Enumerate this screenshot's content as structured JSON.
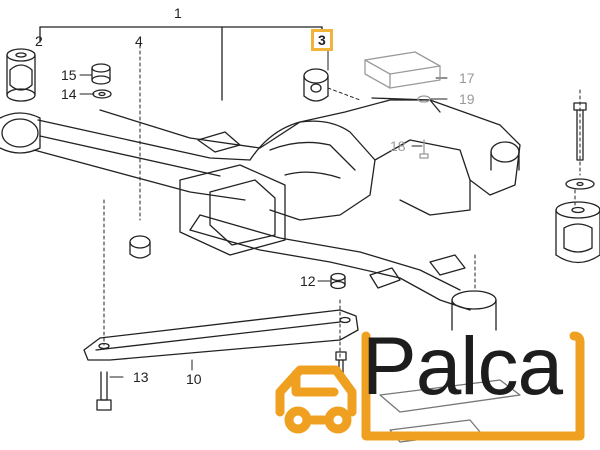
{
  "callouts": {
    "c1": "1",
    "c2": "2",
    "c3": "3",
    "c4": "4",
    "c10": "10",
    "c12": "12",
    "c13": "13",
    "c14": "14",
    "c15": "15",
    "c17": "17",
    "c18": "18",
    "c19": "19"
  },
  "highlighted_part": "3",
  "logo": {
    "text": "Palca",
    "accent_color": "#f0a020"
  },
  "colors": {
    "line": "#222222",
    "highlight": "#f0b43a",
    "muted": "#9a9a9a"
  }
}
